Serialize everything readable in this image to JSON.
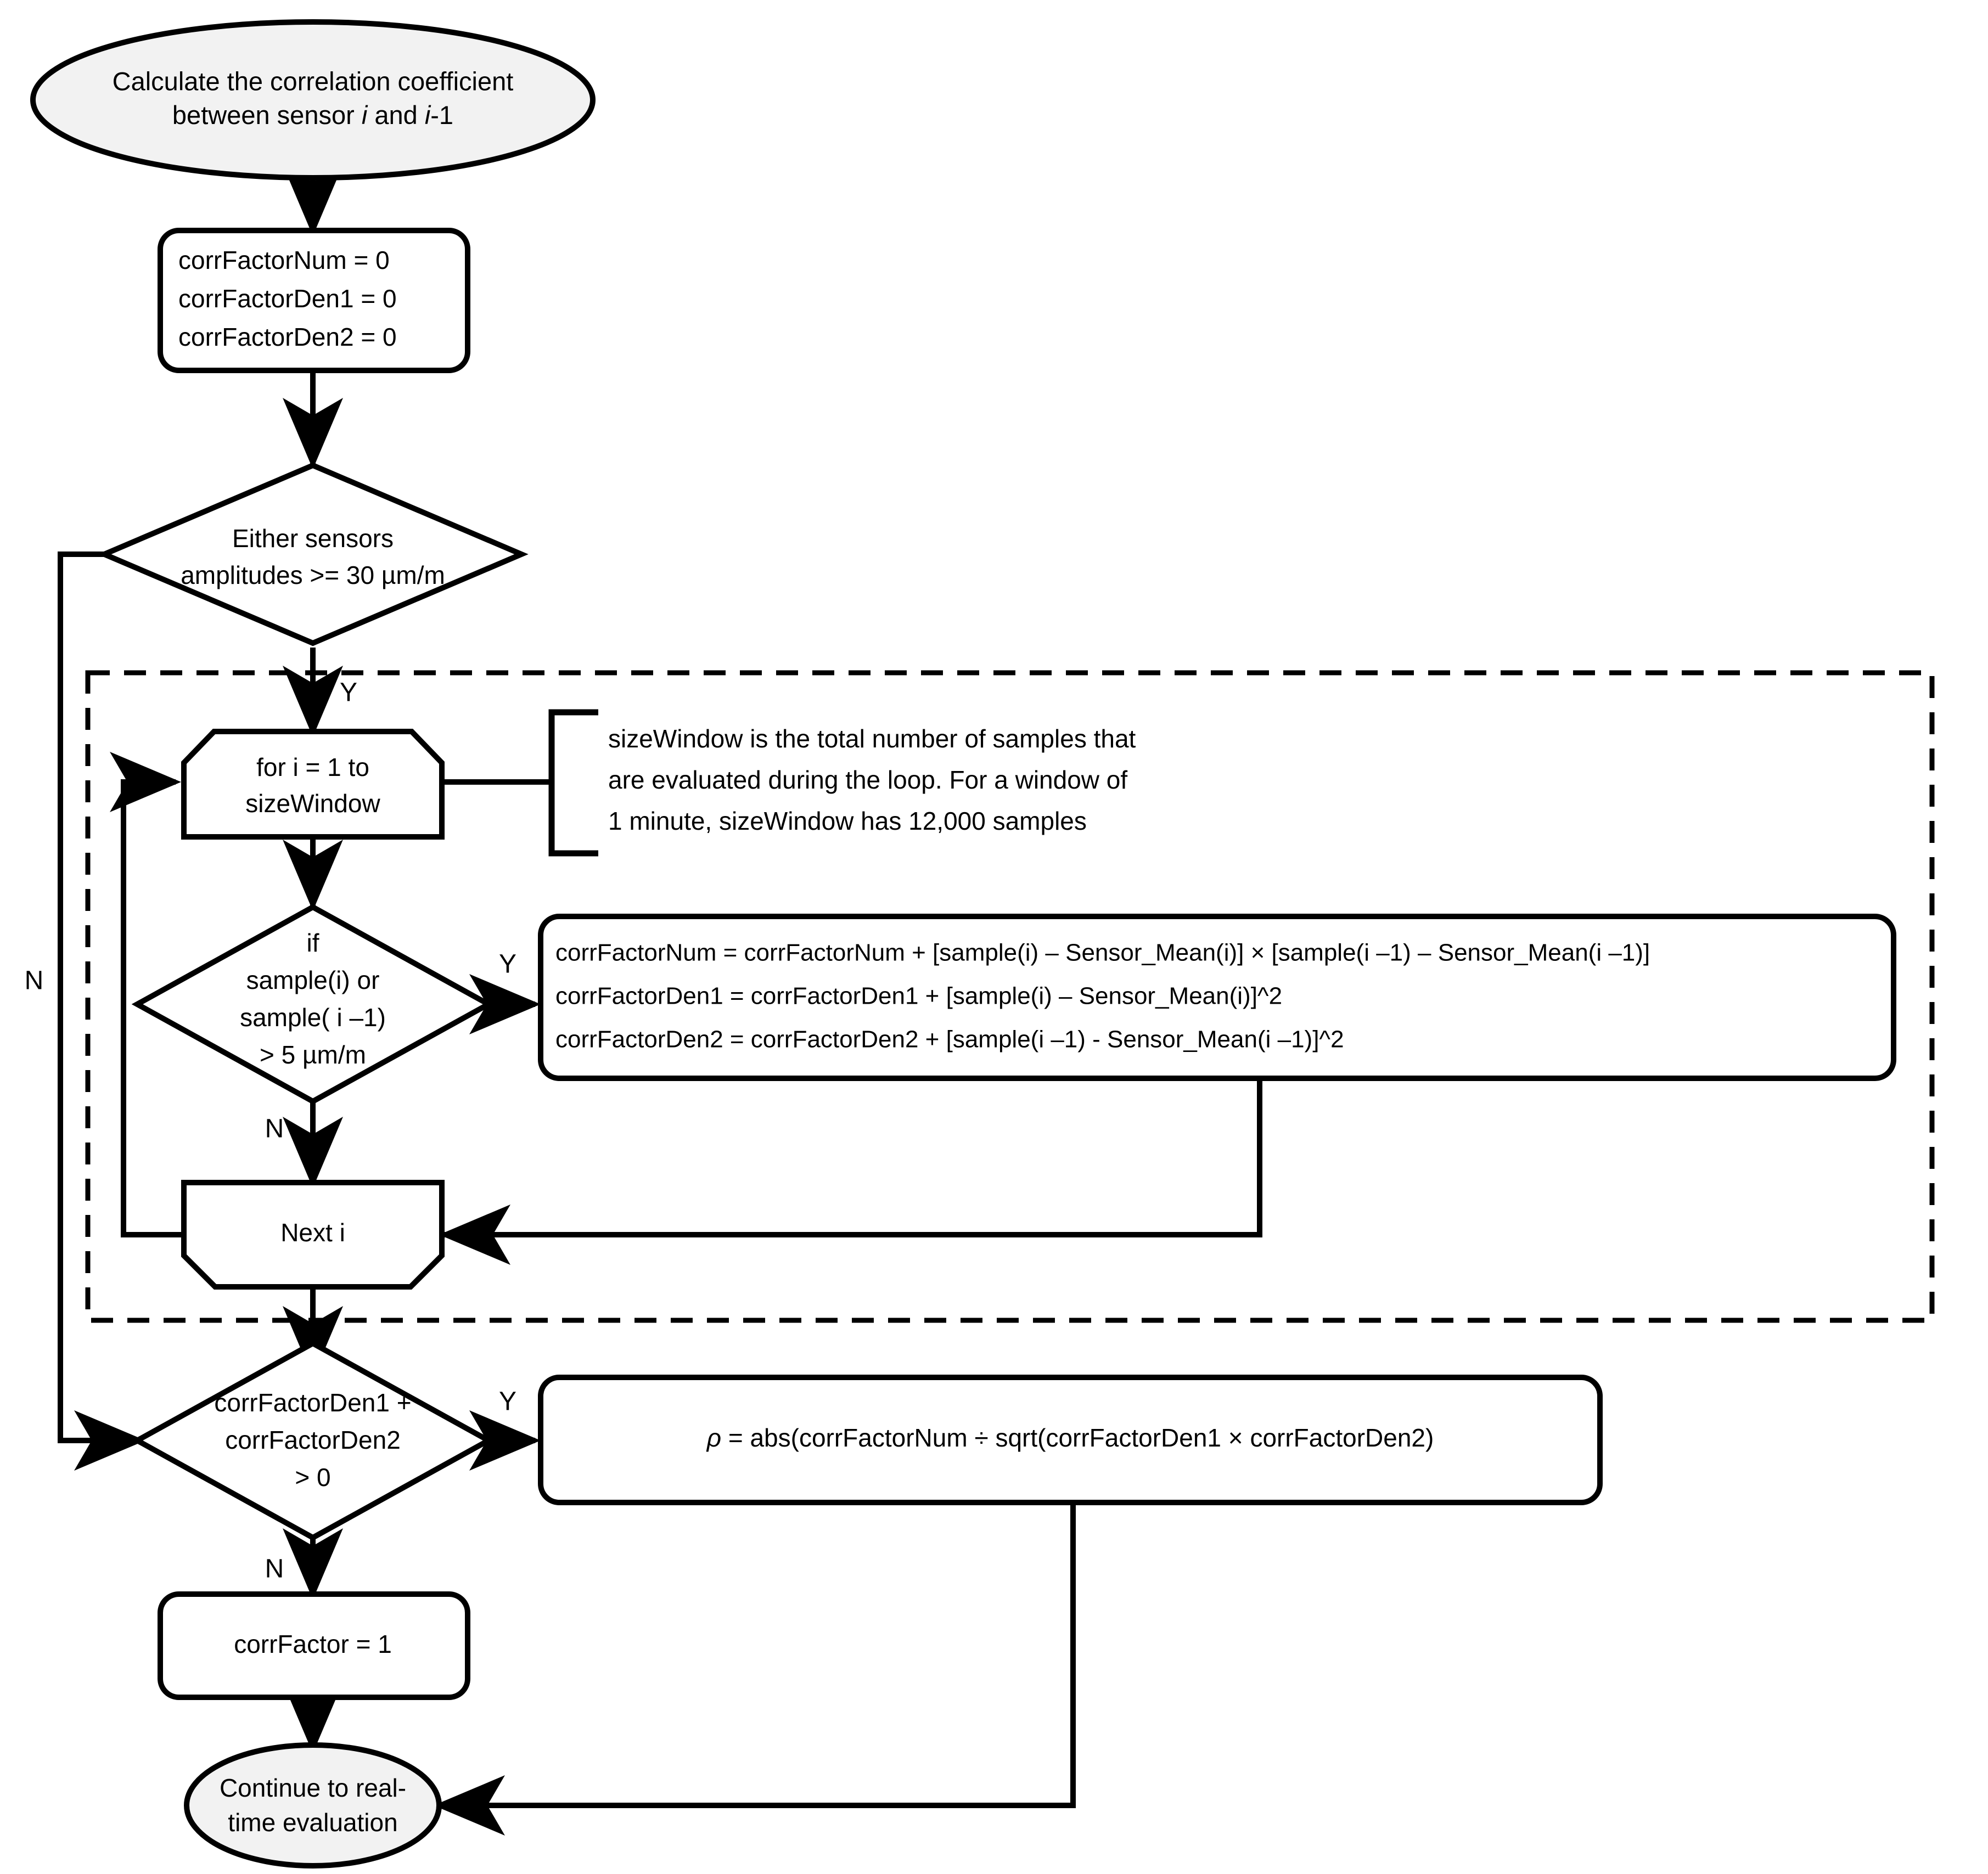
{
  "diagram": {
    "title": "Correlation coefficient calculation flowchart",
    "accent_color": "#000000",
    "terminal_fill": "#f2f2f2",
    "process_fill": "#ffffff"
  },
  "nodes": {
    "start": {
      "type": "terminator",
      "line1": "Calculate the correlation coefficient",
      "line2_a": "between sensor ",
      "line2_i1": "i",
      "line2_b": " and ",
      "line2_i2": "i",
      "line2_c": "-1"
    },
    "init": {
      "type": "process",
      "line1": "corrFactorNum = 0",
      "line2": "corrFactorDen1 = 0",
      "line3": "corrFactorDen2 = 0"
    },
    "decision_amplitude": {
      "type": "decision",
      "line1": "Either sensors",
      "line2": "amplitudes >= 30 µm/m"
    },
    "loop_start": {
      "type": "loop-start",
      "line1": "for i = 1 to",
      "line2": "sizeWindow"
    },
    "note_sizewindow": {
      "type": "annotation",
      "line1": "sizeWindow is the total number of samples that",
      "line2": "are evaluated during the loop. For a window of",
      "line3": "1 minute, sizeWindow has 12,000 samples"
    },
    "decision_sample": {
      "type": "decision",
      "line1": "if",
      "line2": "sample(i) or",
      "line3": "sample( i –1)",
      "line4": "> 5 µm/m"
    },
    "accumulate": {
      "type": "process",
      "line1": "corrFactorNum = corrFactorNum + [sample(i) – Sensor_Mean(i)] × [sample(i –1) – Sensor_Mean(i –1)]",
      "line2": "corrFactorDen1 = corrFactorDen1 + [sample(i) – Sensor_Mean(i)]^2",
      "line3": "corrFactorDen2 = corrFactorDen2 + [sample(i –1) - Sensor_Mean(i –1)]^2"
    },
    "loop_end": {
      "type": "loop-end",
      "label": "Next i"
    },
    "decision_den": {
      "type": "decision",
      "line1": "corrFactorDen1 +",
      "line2": "corrFactorDen2",
      "line3": "> 0"
    },
    "rho": {
      "type": "process",
      "symbol": "ρ",
      "rest": " = abs(corrFactorNum ÷  sqrt(corrFactorDen1 × corrFactorDen2)"
    },
    "corrfactor_one": {
      "type": "process",
      "label": "corrFactor = 1"
    },
    "end": {
      "type": "terminator",
      "line1": "Continue to real-",
      "line2": "time evaluation"
    }
  },
  "edge_labels": {
    "amplitude_no": "N",
    "amplitude_yes": "Y",
    "sample_yes": "Y",
    "sample_no": "N",
    "den_yes": "Y",
    "den_no": "N"
  }
}
